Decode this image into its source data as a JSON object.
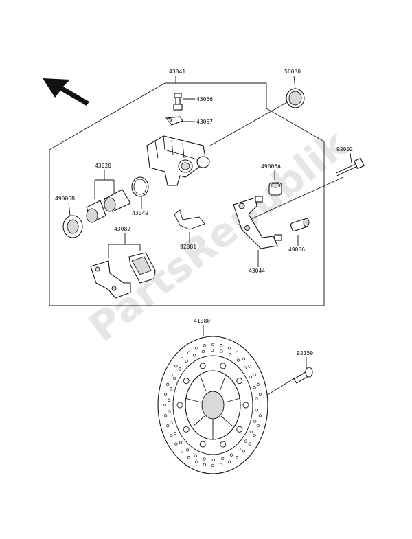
{
  "watermark": "PartsRepublik",
  "labels": {
    "p43041": "43041",
    "p56030": "56030",
    "p43056": "43056",
    "p43057": "43057",
    "p92002": "92002",
    "p43020": "43020",
    "p49006A": "49006A",
    "p49006B": "49006B",
    "p43049": "43049",
    "p43082": "43082",
    "p92081": "92081",
    "p49006": "49006",
    "p43044": "43044",
    "p41080": "41080",
    "p92150": "92150"
  }
}
